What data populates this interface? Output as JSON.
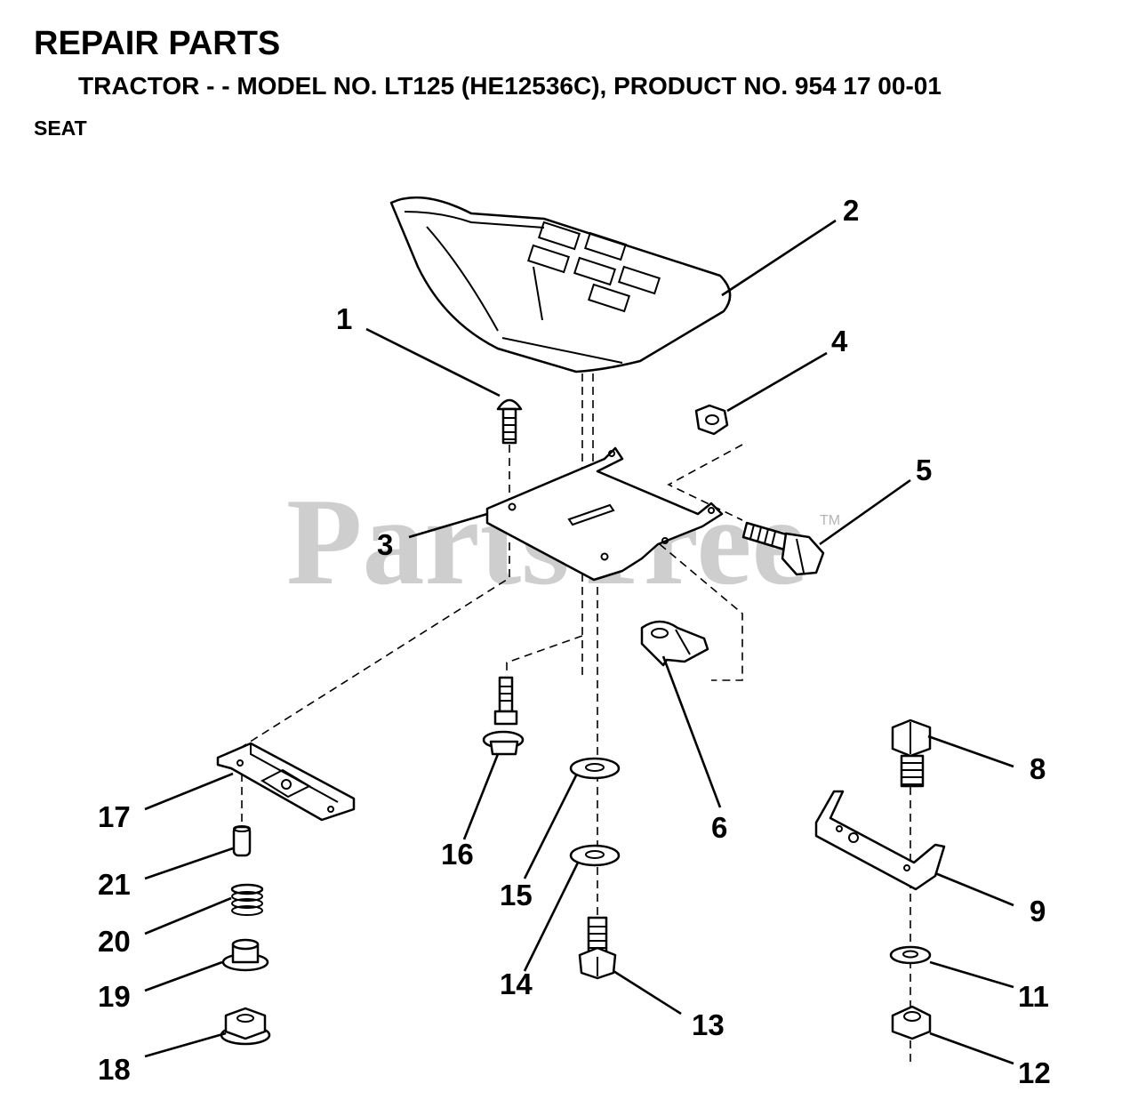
{
  "header": {
    "title": "REPAIR PARTS",
    "subtitle": "TRACTOR - - MODEL NO. LT125 (HE12536C),  PRODUCT NO. 954 17 00-01",
    "section": "SEAT"
  },
  "watermark": {
    "text": "PartsTree",
    "trademark": "TM"
  },
  "callouts": [
    "1",
    "2",
    "3",
    "4",
    "5",
    "6",
    "8",
    "9",
    "11",
    "12",
    "13",
    "14",
    "15",
    "16",
    "17",
    "18",
    "19",
    "20",
    "21"
  ],
  "colors": {
    "ink": "#000000",
    "watermark": "#c9c9c9",
    "background": "#ffffff"
  }
}
